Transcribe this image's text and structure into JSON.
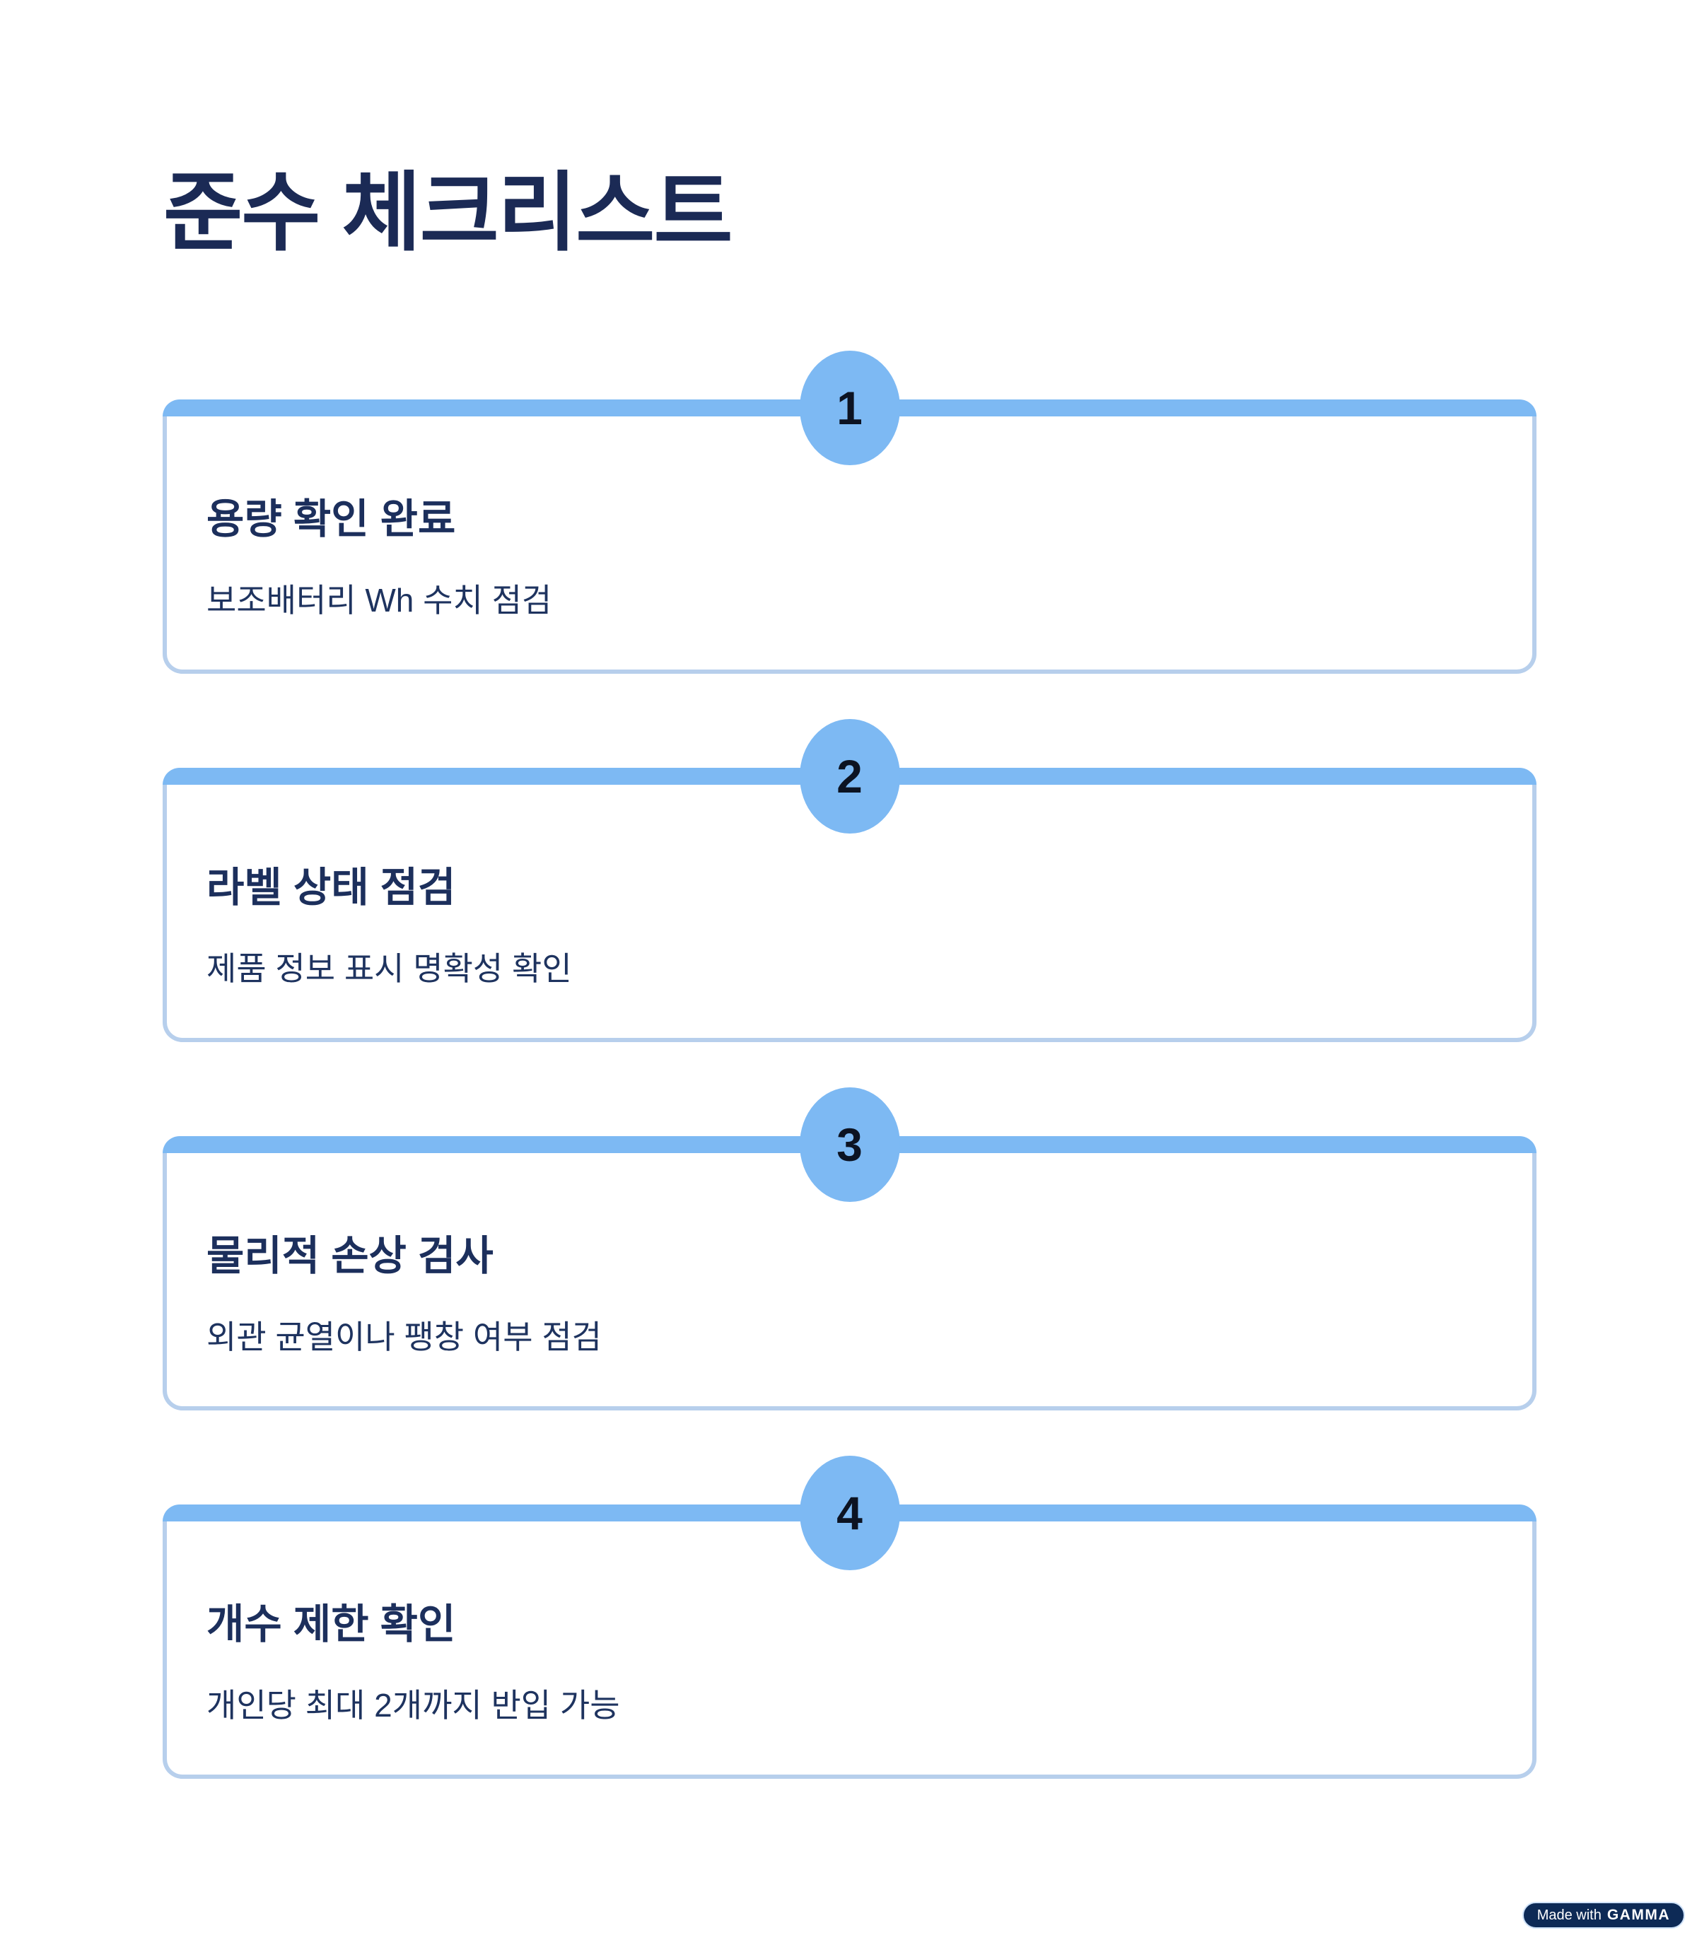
{
  "page": {
    "title": "준수 체크리스트"
  },
  "colors": {
    "accent_blue": "#7db9f3",
    "card_border_blue": "#b7cfec",
    "heading_navy": "#1b2a55",
    "body_navy": "#1e335f",
    "footer_badge_navy": "#0d2a56"
  },
  "steps": [
    {
      "number": "1",
      "title": "용량 확인 완료",
      "description": "보조배터리 Wh 수치 점검"
    },
    {
      "number": "2",
      "title": "라벨 상태 점검",
      "description": "제품 정보 표시 명확성 확인"
    },
    {
      "number": "3",
      "title": "물리적 손상 검사",
      "description": "외관 균열이나 팽창 여부 점검"
    },
    {
      "number": "4",
      "title": "개수 제한 확인",
      "description": "개인당 최대 2개까지 반입 가능"
    }
  ],
  "footer": {
    "made_with": "Made with",
    "brand": "GAMMA"
  }
}
